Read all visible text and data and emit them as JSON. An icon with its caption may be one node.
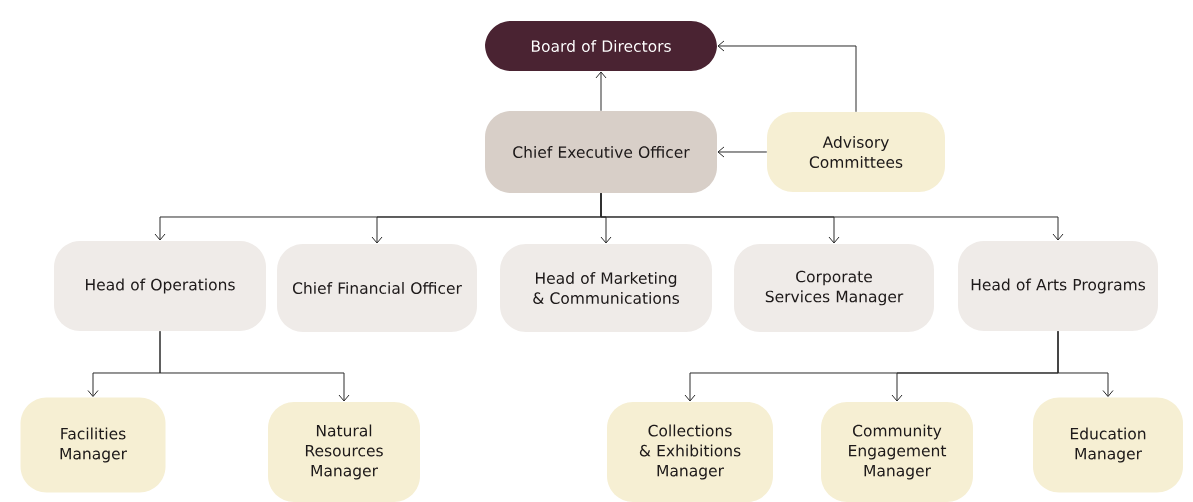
{
  "diagram": {
    "nodes": [
      {
        "text": [
          "Board of Directors"
        ]
      },
      {
        "text": [
          "Chief Executive Officer"
        ]
      },
      {
        "text": [
          "Advisory Committees"
        ]
      },
      {
        "text": [
          "Head of Operations"
        ]
      },
      {
        "text": [
          "Chief Financial Officer"
        ]
      },
      {
        "text": [
          "Head of Marketing & Communications"
        ]
      },
      {
        "text": [
          "Corporate Services Manager"
        ]
      },
      {
        "text": [
          "Head of Arts Programs"
        ]
      },
      {
        "text": [
          "Facilities Manager"
        ]
      },
      {
        "text": [
          "Natural Resources Manager"
        ]
      },
      {
        "text": [
          "Collections & Exhibitions Manager"
        ]
      },
      {
        "text": [
          "Community Engagement Manager"
        ]
      },
      {
        "text": [
          "Education Manager"
        ]
      }
    ],
    "edges": [
      {
        "from": 1,
        "to": 0,
        "arrow": "to"
      },
      {
        "from": 2,
        "to": 0,
        "arrow": "to"
      },
      {
        "from": 2,
        "to": 1,
        "arrow": "to"
      },
      {
        "from": 1,
        "to": 3,
        "arrow": "to"
      },
      {
        "from": 1,
        "to": 4,
        "arrow": "to"
      },
      {
        "from": 1,
        "to": 5,
        "arrow": "to"
      },
      {
        "from": 1,
        "to": 6,
        "arrow": "to"
      },
      {
        "from": 1,
        "to": 7,
        "arrow": "to"
      },
      {
        "from": 3,
        "to": 8,
        "arrow": "to"
      },
      {
        "from": 3,
        "to": 9,
        "arrow": "to"
      },
      {
        "from": 7,
        "to": 10,
        "arrow": "to"
      },
      {
        "from": 7,
        "to": 11,
        "arrow": "to"
      },
      {
        "from": 7,
        "to": 12,
        "arrow": "to"
      }
    ]
  }
}
